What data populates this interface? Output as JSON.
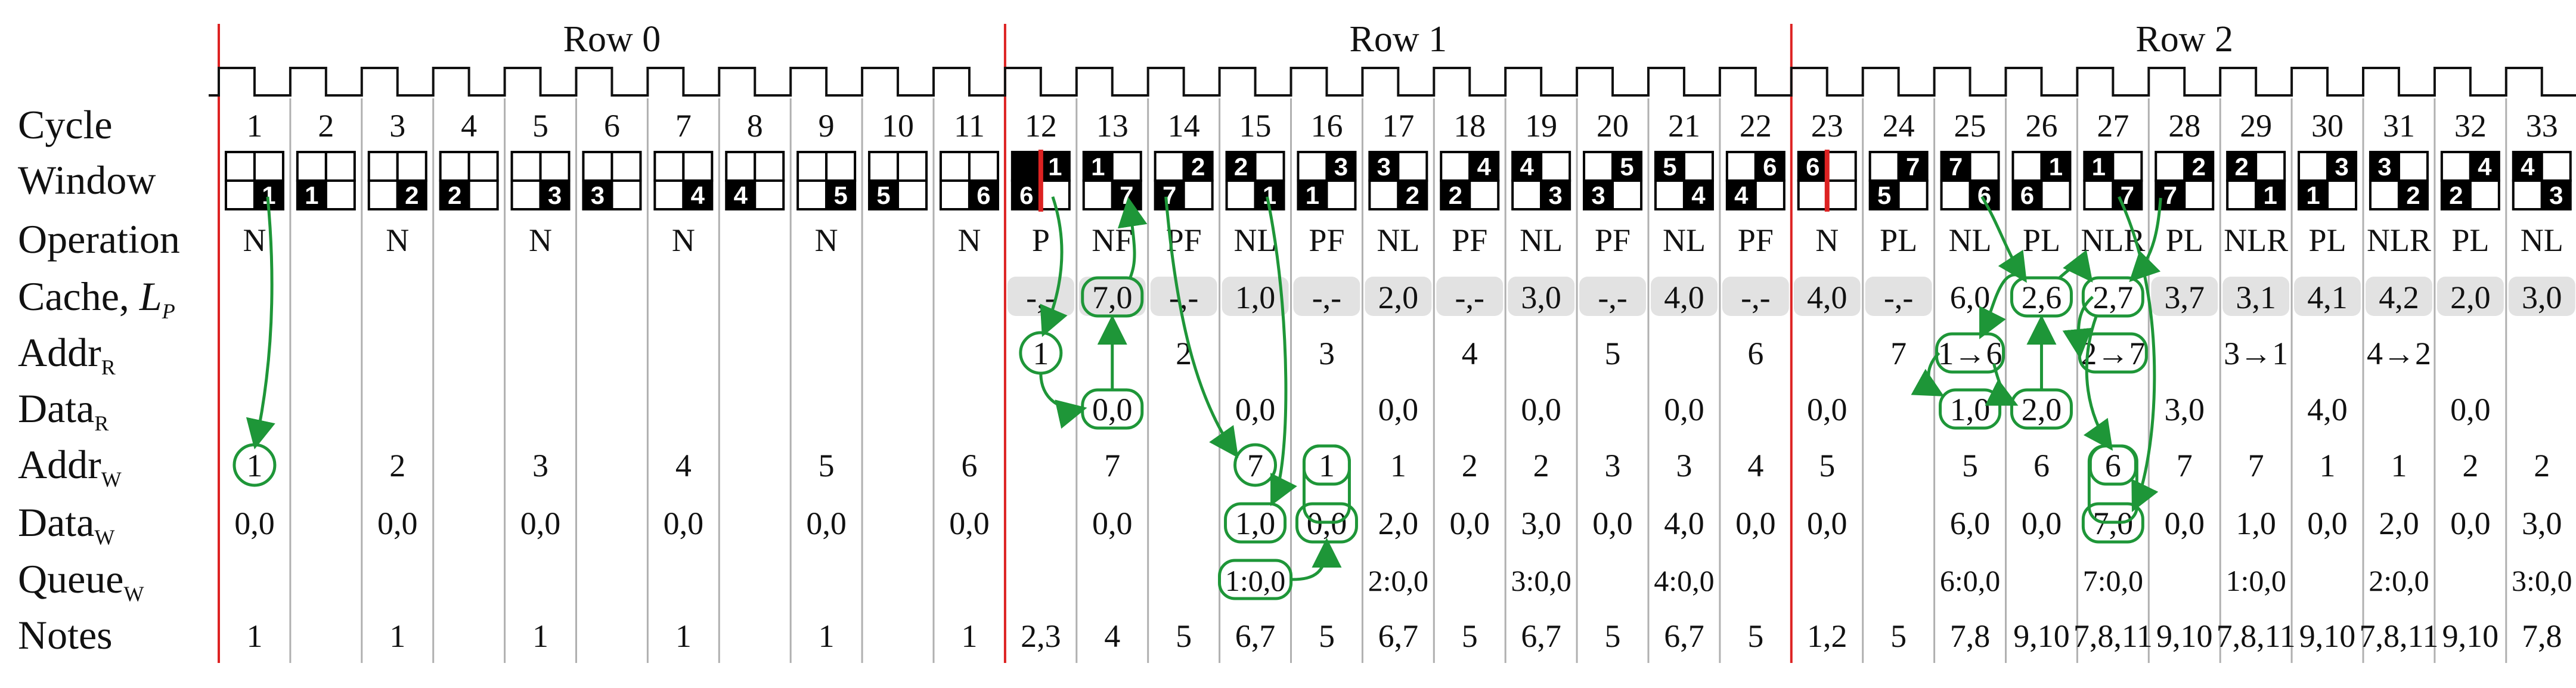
{
  "rows_header": [
    {
      "label": "Row 0",
      "from": 1,
      "to": 11
    },
    {
      "label": "Row 1",
      "from": 12,
      "to": 22
    },
    {
      "label": "Row 2",
      "from": 23,
      "to": 33
    }
  ],
  "row_labels": [
    {
      "key": "cycle",
      "main": "Cycle",
      "sub": ""
    },
    {
      "key": "window",
      "main": "Window",
      "sub": ""
    },
    {
      "key": "operation",
      "main": "Operation",
      "sub": ""
    },
    {
      "key": "cache",
      "main": "Cache, L",
      "sub": "P"
    },
    {
      "key": "addr_r",
      "main": "Addr",
      "sub": "R"
    },
    {
      "key": "data_r",
      "main": "Data",
      "sub": "R"
    },
    {
      "key": "addr_w",
      "main": "Addr",
      "sub": "W"
    },
    {
      "key": "data_w",
      "main": "Data",
      "sub": "W"
    },
    {
      "key": "queue_w",
      "main": "Queue",
      "sub": "W"
    },
    {
      "key": "notes",
      "main": "Notes",
      "sub": ""
    }
  ],
  "cycles": [
    "1",
    "2",
    "3",
    "4",
    "5",
    "6",
    "7",
    "8",
    "9",
    "10",
    "11",
    "12",
    "13",
    "14",
    "15",
    "16",
    "17",
    "18",
    "19",
    "20",
    "21",
    "22",
    "23",
    "24",
    "25",
    "26",
    "27",
    "28",
    "29",
    "30",
    "31",
    "32",
    "33"
  ],
  "window": [
    {
      "tl": 0,
      "tr": 0,
      "bl": 0,
      "br": 1,
      "lab": "1",
      "labpos": "br"
    },
    {
      "tl": 0,
      "tr": 0,
      "bl": 1,
      "br": 0,
      "lab": "1",
      "labpos": "bl"
    },
    {
      "tl": 0,
      "tr": 0,
      "bl": 0,
      "br": 1,
      "lab": "2",
      "labpos": "br"
    },
    {
      "tl": 0,
      "tr": 0,
      "bl": 1,
      "br": 0,
      "lab": "2",
      "labpos": "bl"
    },
    {
      "tl": 0,
      "tr": 0,
      "bl": 0,
      "br": 1,
      "lab": "3",
      "labpos": "br"
    },
    {
      "tl": 0,
      "tr": 0,
      "bl": 1,
      "br": 0,
      "lab": "3",
      "labpos": "bl"
    },
    {
      "tl": 0,
      "tr": 0,
      "bl": 0,
      "br": 1,
      "lab": "4",
      "labpos": "br"
    },
    {
      "tl": 0,
      "tr": 0,
      "bl": 1,
      "br": 0,
      "lab": "4",
      "labpos": "bl"
    },
    {
      "tl": 0,
      "tr": 0,
      "bl": 0,
      "br": 1,
      "lab": "5",
      "labpos": "br"
    },
    {
      "tl": 0,
      "tr": 0,
      "bl": 1,
      "br": 0,
      "lab": "5",
      "labpos": "bl"
    },
    {
      "tl": 0,
      "tr": 0,
      "bl": 0,
      "br": 1,
      "lab": "6",
      "labpos": "br"
    },
    {
      "tl": 1,
      "tr": 1,
      "bl": 1,
      "br": 0,
      "lab": "1",
      "labpos": "tr",
      "lab2": "6",
      "lab2pos": "bl",
      "red": true
    },
    {
      "tl": 1,
      "tr": 0,
      "bl": 0,
      "br": 1,
      "lab": "1",
      "labpos": "tl",
      "lab2": "7",
      "lab2pos": "br"
    },
    {
      "tl": 0,
      "tr": 1,
      "bl": 1,
      "br": 0,
      "lab": "2",
      "labpos": "tr",
      "lab2": "7",
      "lab2pos": "bl"
    },
    {
      "tl": 1,
      "tr": 0,
      "bl": 0,
      "br": 1,
      "lab": "2",
      "labpos": "tl",
      "lab2": "1",
      "lab2pos": "br"
    },
    {
      "tl": 0,
      "tr": 1,
      "bl": 1,
      "br": 0,
      "lab": "3",
      "labpos": "tr",
      "lab2": "1",
      "lab2pos": "bl"
    },
    {
      "tl": 1,
      "tr": 0,
      "bl": 0,
      "br": 1,
      "lab": "3",
      "labpos": "tl",
      "lab2": "2",
      "lab2pos": "br"
    },
    {
      "tl": 0,
      "tr": 1,
      "bl": 1,
      "br": 0,
      "lab": "4",
      "labpos": "tr",
      "lab2": "2",
      "lab2pos": "bl"
    },
    {
      "tl": 1,
      "tr": 0,
      "bl": 0,
      "br": 1,
      "lab": "4",
      "labpos": "tl",
      "lab2": "3",
      "lab2pos": "br"
    },
    {
      "tl": 0,
      "tr": 1,
      "bl": 1,
      "br": 0,
      "lab": "5",
      "labpos": "tr",
      "lab2": "3",
      "lab2pos": "bl"
    },
    {
      "tl": 1,
      "tr": 0,
      "bl": 0,
      "br": 1,
      "lab": "5",
      "labpos": "tl",
      "lab2": "4",
      "lab2pos": "br"
    },
    {
      "tl": 0,
      "tr": 1,
      "bl": 1,
      "br": 0,
      "lab": "6",
      "labpos": "tr",
      "lab2": "4",
      "lab2pos": "bl"
    },
    {
      "tl": 1,
      "tr": 0,
      "bl": 0,
      "br": 0,
      "lab": "6",
      "labpos": "tl",
      "red": true
    },
    {
      "tl": 0,
      "tr": 1,
      "bl": 1,
      "br": 0,
      "lab": "7",
      "labpos": "tr",
      "lab2": "5",
      "lab2pos": "bl"
    },
    {
      "tl": 1,
      "tr": 0,
      "bl": 0,
      "br": 1,
      "lab": "7",
      "labpos": "tl",
      "lab2": "6",
      "lab2pos": "br"
    },
    {
      "tl": 0,
      "tr": 1,
      "bl": 1,
      "br": 0,
      "lab": "1",
      "labpos": "tr",
      "lab2": "6",
      "lab2pos": "bl"
    },
    {
      "tl": 1,
      "tr": 0,
      "bl": 0,
      "br": 1,
      "lab": "1",
      "labpos": "tl",
      "lab2": "7",
      "lab2pos": "br"
    },
    {
      "tl": 0,
      "tr": 1,
      "bl": 1,
      "br": 0,
      "lab": "2",
      "labpos": "tr",
      "lab2": "7",
      "lab2pos": "bl"
    },
    {
      "tl": 1,
      "tr": 0,
      "bl": 0,
      "br": 1,
      "lab": "2",
      "labpos": "tl",
      "lab2": "1",
      "lab2pos": "br"
    },
    {
      "tl": 0,
      "tr": 1,
      "bl": 1,
      "br": 0,
      "lab": "3",
      "labpos": "tr",
      "lab2": "1",
      "lab2pos": "bl"
    },
    {
      "tl": 1,
      "tr": 0,
      "bl": 0,
      "br": 1,
      "lab": "3",
      "labpos": "tl",
      "lab2": "2",
      "lab2pos": "br"
    },
    {
      "tl": 0,
      "tr": 1,
      "bl": 1,
      "br": 0,
      "lab": "4",
      "labpos": "tr",
      "lab2": "2",
      "lab2pos": "bl"
    },
    {
      "tl": 1,
      "tr": 0,
      "bl": 0,
      "br": 1,
      "lab": "4",
      "labpos": "tl",
      "lab2": "3",
      "lab2pos": "br"
    }
  ],
  "operation": [
    "N",
    "",
    "N",
    "",
    "N",
    "",
    "N",
    "",
    "N",
    "",
    "N",
    "P",
    "NF",
    "PF",
    "NL",
    "PF",
    "NL",
    "PF",
    "NL",
    "PF",
    "NL",
    "PF",
    "N",
    "PL",
    "NL",
    "PL",
    "NLR",
    "PL",
    "NLR",
    "PL",
    "NLR",
    "PL",
    "NL"
  ],
  "cache": [
    "",
    "",
    "",
    "",
    "",
    "",
    "",
    "",
    "",
    "",
    "",
    "-,-",
    "7,0",
    "-,-",
    "1,0",
    "-,-",
    "2,0",
    "-,-",
    "3,0",
    "-,-",
    "4,0",
    "-,-",
    "4,0",
    "-,-",
    "6,0",
    "2,6",
    "2,7",
    "3,7",
    "3,1",
    "4,1",
    "4,2",
    "2,0",
    "3,0"
  ],
  "addr_r": [
    "",
    "",
    "",
    "",
    "",
    "",
    "",
    "",
    "",
    "",
    "",
    "1",
    "",
    "2",
    "",
    "3",
    "",
    "4",
    "",
    "5",
    "",
    "6",
    "",
    "7",
    "1→6",
    "",
    "2→7",
    "",
    "3→1",
    "",
    "4→2",
    "",
    ""
  ],
  "data_r": [
    "",
    "",
    "",
    "",
    "",
    "",
    "",
    "",
    "",
    "",
    "",
    "",
    "0,0",
    "",
    "0,0",
    "",
    "0,0",
    "",
    "0,0",
    "",
    "0,0",
    "",
    "0,0",
    "",
    "1,0",
    "2,0",
    "",
    "3,0",
    "",
    "4,0",
    "",
    "0,0",
    ""
  ],
  "addr_w": [
    "1",
    "",
    "2",
    "",
    "3",
    "",
    "4",
    "",
    "5",
    "",
    "6",
    "",
    "7",
    "",
    "7",
    "1",
    "1",
    "2",
    "2",
    "3",
    "3",
    "4",
    "5",
    "",
    "5",
    "6",
    "6",
    "7",
    "7",
    "1",
    "1",
    "2",
    "2"
  ],
  "data_w": [
    "0,0",
    "",
    "0,0",
    "",
    "0,0",
    "",
    "0,0",
    "",
    "0,0",
    "",
    "0,0",
    "",
    "0,0",
    "",
    "1,0",
    "0,0",
    "2,0",
    "0,0",
    "3,0",
    "0,0",
    "4,0",
    "0,0",
    "0,0",
    "",
    "6,0",
    "0,0",
    "7,0",
    "0,0",
    "1,0",
    "0,0",
    "2,0",
    "0,0",
    "3,0"
  ],
  "queue_w": [
    "",
    "",
    "",
    "",
    "",
    "",
    "",
    "",
    "",
    "",
    "",
    "",
    "",
    "",
    "1:0,0",
    "",
    "2:0,0",
    "",
    "3:0,0",
    "",
    "4:0,0",
    "",
    "",
    "",
    "6:0,0",
    "",
    "7:0,0",
    "",
    "1:0,0",
    "",
    "2:0,0",
    "",
    "3:0,0"
  ],
  "notes": [
    "1",
    "",
    "1",
    "",
    "1",
    "",
    "1",
    "",
    "1",
    "",
    "1",
    "2,3",
    "4",
    "5",
    "6,7",
    "5",
    "6,7",
    "5",
    "6,7",
    "5",
    "6,7",
    "5",
    "1,2",
    "5",
    "7,8",
    "9,10",
    "7,8,11",
    "9,10",
    "7,8,11",
    "9,10",
    "7,8,11",
    "9,10",
    "7,8"
  ],
  "colors": {
    "green": "#1e9638",
    "red": "#dd2222",
    "grid": "#b0b0b0",
    "cache_band": "#e2e2e2",
    "ink": "#111111"
  }
}
